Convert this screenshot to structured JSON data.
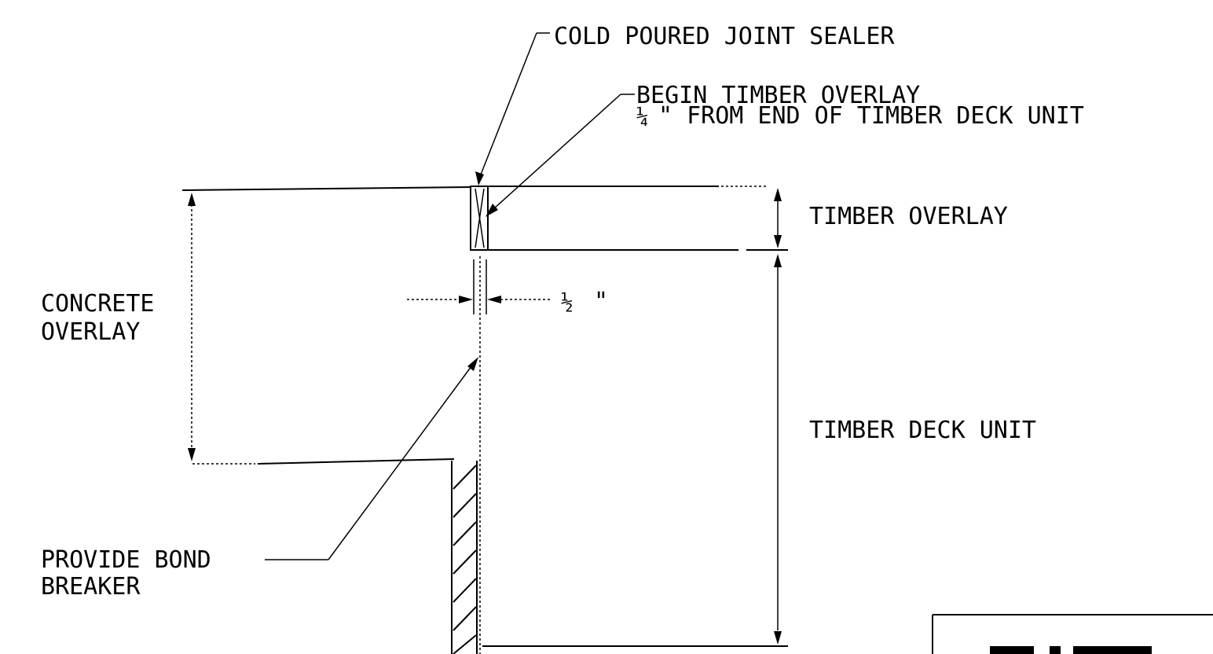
{
  "labels": {
    "joint_sealer": "COLD POURED JOINT SEALER",
    "begin_overlay_line1": "BEGIN TIMBER OVERLAY",
    "begin_overlay_line2_fraction": "¼",
    "begin_overlay_line2_text": "\" FROM END OF TIMBER DECK UNIT",
    "timber_overlay": "TIMBER OVERLAY",
    "concrete_overlay_line1": "CONCRETE",
    "concrete_overlay_line2": "OVERLAY",
    "gap_fraction": "½",
    "gap_unit": "\"",
    "timber_deck_unit": "TIMBER DECK UNIT",
    "bond_breaker_line1": "PROVIDE BOND",
    "bond_breaker_line2": "BREAKER"
  }
}
